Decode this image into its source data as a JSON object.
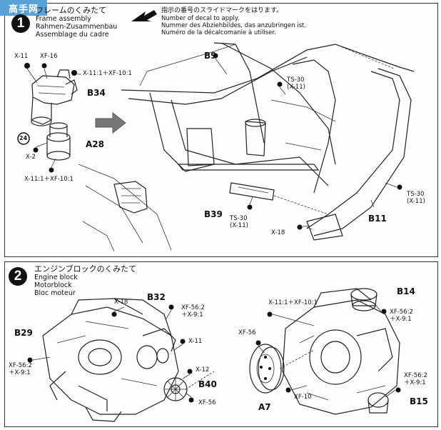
{
  "watermark": {
    "text": "高手网"
  },
  "step1": {
    "number": "1",
    "title_jp": "フレームのくみたて",
    "title_en": "Frame assembly",
    "title_de": "Rahmen-Zusammenbau",
    "title_fr": "Assemblage du cadre",
    "decal_note_jp": "指示の番号のスライドマークをはります。",
    "decal_note_en": "Number of decal to apply.",
    "decal_note_de": "Nummer des Abziehbildes, das anzubringen ist.",
    "decal_note_fr": "Numéro de la décalcomanie à utiliser.",
    "labels": {
      "x11": "X-11",
      "xf16": "XF-16",
      "x11_xf10": "X-11:1＋XF-10:1",
      "b34": "B34",
      "decal24": "24",
      "a28": "A28",
      "x2": "X-2",
      "x11_xf10_b": "X-11:1＋XF-10:1",
      "b9": "B9",
      "ts30_a": "TS-30",
      "ts30_a_sub": "(X-11)",
      "ts30_b": "TS-30",
      "ts30_b_sub": "(X-11)",
      "ts30_c": "TS-30",
      "ts30_c_sub": "(X-11)",
      "b39": "B39",
      "x18": "X-18",
      "b11": "B11"
    }
  },
  "step2": {
    "number": "2",
    "title_jp": "エンジンブロックのくみたて",
    "title_en": "Engine block",
    "title_de": "Motorblock",
    "title_fr": "Bloc moteur",
    "labels": {
      "x18": "X-18",
      "b32": "B32",
      "xf56_x9": "XF-56:2",
      "xf56_x9_sub": "＋X-9:1",
      "b29": "B29",
      "x11": "X-11",
      "xf56_x9_left": "XF-56:2",
      "xf56_x9_left_sub": "＋X-9:1",
      "x12": "X-12",
      "b40": "B40",
      "xf56": "XF-56",
      "x11_xf10": "X-11:1＋XF-10:1",
      "xf56_b": "XF-56",
      "a7": "A7",
      "x10": "XF-10",
      "b14": "B14",
      "xf56_x9_r1": "XF-56:2",
      "xf56_x9_r1_sub": "＋X-9:1",
      "xf56_x9_r2": "XF-56:2",
      "xf56_x9_r2_sub": "＋X-9:1",
      "b15": "B15"
    }
  }
}
